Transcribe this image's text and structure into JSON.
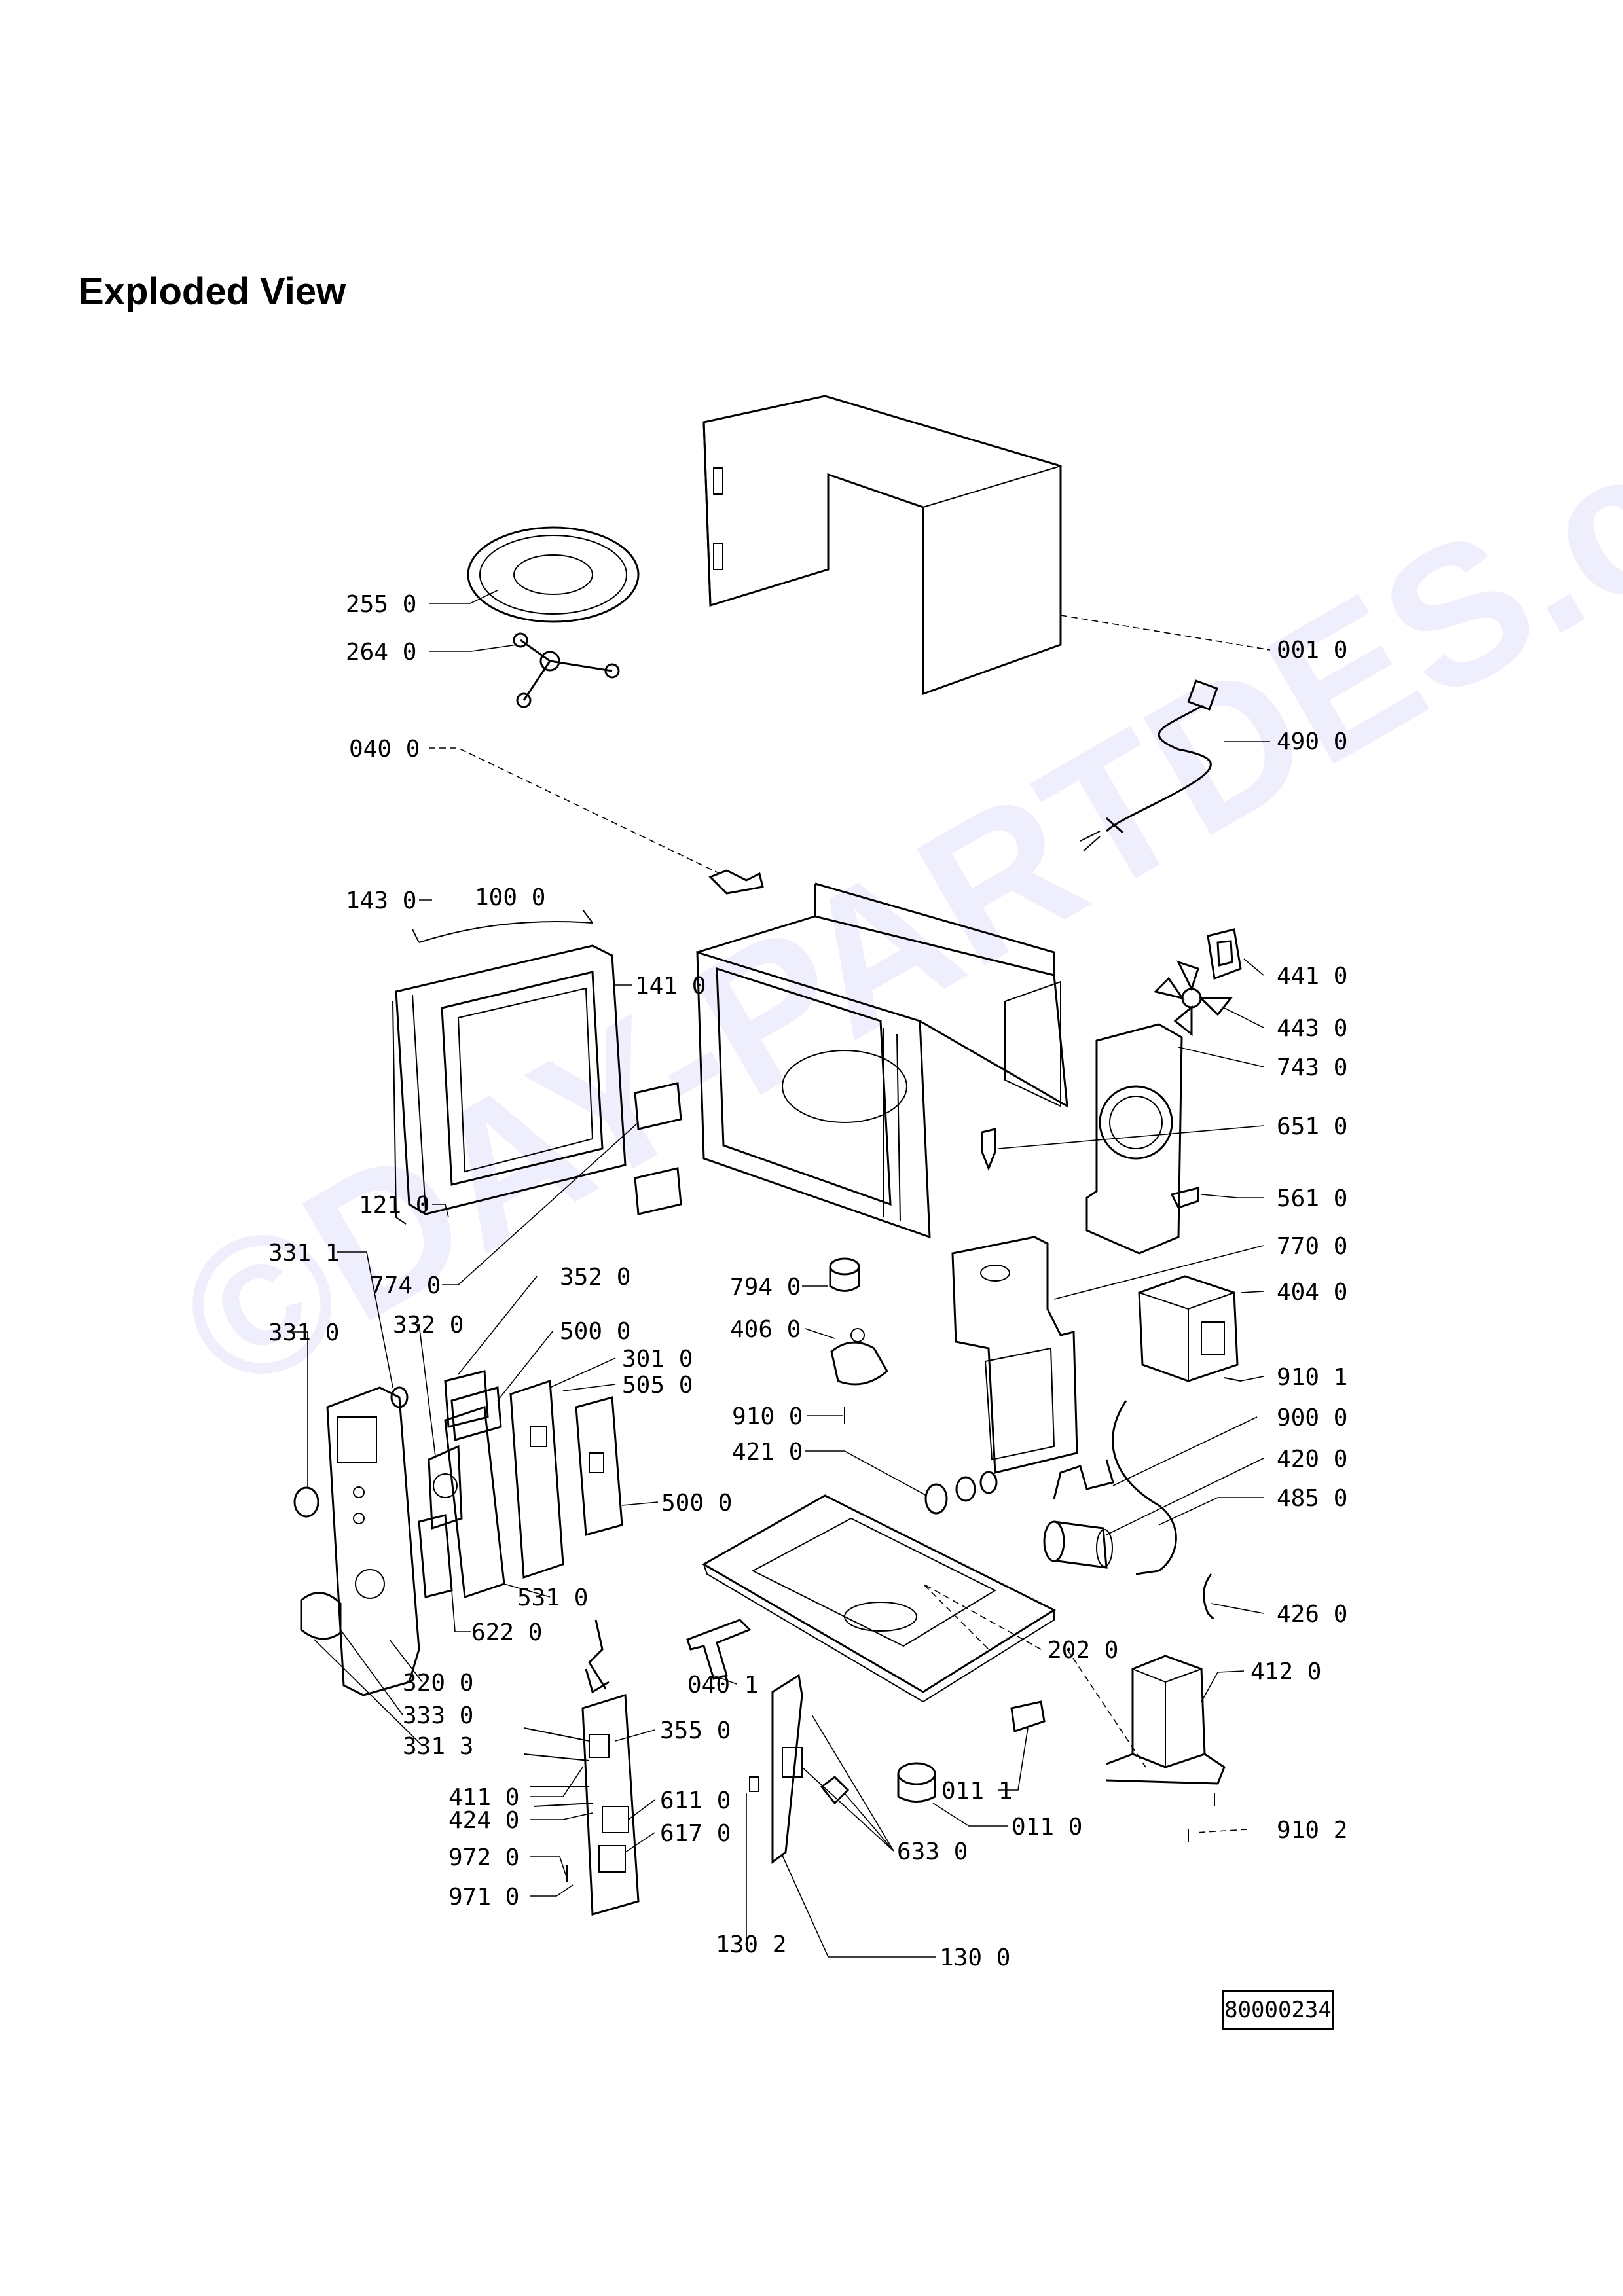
{
  "heading": "Exploded View",
  "watermark": "©DAY-PARTDES.cz",
  "document_number": "80000234",
  "labels": [
    {
      "id": "l2550",
      "text": "255 0"
    },
    {
      "id": "l2640",
      "text": "264 0"
    },
    {
      "id": "l0010",
      "text": "001 0"
    },
    {
      "id": "l4900",
      "text": "490 0"
    },
    {
      "id": "l0400",
      "text": "040 0"
    },
    {
      "id": "l1430",
      "text": "143 0"
    },
    {
      "id": "l1000",
      "text": "100 0"
    },
    {
      "id": "l1410",
      "text": "141 0"
    },
    {
      "id": "l4410",
      "text": "441 0"
    },
    {
      "id": "l4430",
      "text": "443 0"
    },
    {
      "id": "l7430",
      "text": "743 0"
    },
    {
      "id": "l6510",
      "text": "651 0"
    },
    {
      "id": "l1210",
      "text": "121 0"
    },
    {
      "id": "l5610",
      "text": "561 0"
    },
    {
      "id": "l3311",
      "text": "331 1"
    },
    {
      "id": "l7740",
      "text": "774 0"
    },
    {
      "id": "l3520",
      "text": "352 0"
    },
    {
      "id": "l7700",
      "text": "770 0"
    },
    {
      "id": "l7940",
      "text": "794 0"
    },
    {
      "id": "l4040",
      "text": "404 0"
    },
    {
      "id": "l3310",
      "text": "331 0"
    },
    {
      "id": "l3320",
      "text": "332 0"
    },
    {
      "id": "l5000a",
      "text": "500 0"
    },
    {
      "id": "l4060",
      "text": "406 0"
    },
    {
      "id": "l3010",
      "text": "301 0"
    },
    {
      "id": "l5050",
      "text": "505 0"
    },
    {
      "id": "l9101",
      "text": "910 1"
    },
    {
      "id": "l9100",
      "text": "910 0"
    },
    {
      "id": "l9000",
      "text": "900 0"
    },
    {
      "id": "l4210",
      "text": "421 0"
    },
    {
      "id": "l4200",
      "text": "420 0"
    },
    {
      "id": "l5000b",
      "text": "500 0"
    },
    {
      "id": "l4850",
      "text": "485 0"
    },
    {
      "id": "l5310",
      "text": "531 0"
    },
    {
      "id": "l6220",
      "text": "622 0"
    },
    {
      "id": "l4260",
      "text": "426 0"
    },
    {
      "id": "l2020",
      "text": "202 0"
    },
    {
      "id": "l3200",
      "text": "320 0"
    },
    {
      "id": "l4120",
      "text": "412 0"
    },
    {
      "id": "l3330",
      "text": "333 0"
    },
    {
      "id": "l0401",
      "text": "040 1"
    },
    {
      "id": "l3313",
      "text": "331 3"
    },
    {
      "id": "l3550",
      "text": "355 0"
    },
    {
      "id": "l0111",
      "text": "011 1"
    },
    {
      "id": "l4110",
      "text": "411 0"
    },
    {
      "id": "l6110",
      "text": "611 0"
    },
    {
      "id": "l0110",
      "text": "011 0"
    },
    {
      "id": "l4240",
      "text": "424 0"
    },
    {
      "id": "l6170",
      "text": "617 0"
    },
    {
      "id": "l9102",
      "text": "910 2"
    },
    {
      "id": "l9720",
      "text": "972 0"
    },
    {
      "id": "l6330",
      "text": "633 0"
    },
    {
      "id": "l9710",
      "text": "971 0"
    },
    {
      "id": "l1302",
      "text": "130 2"
    },
    {
      "id": "l1300",
      "text": "130 0"
    }
  ]
}
